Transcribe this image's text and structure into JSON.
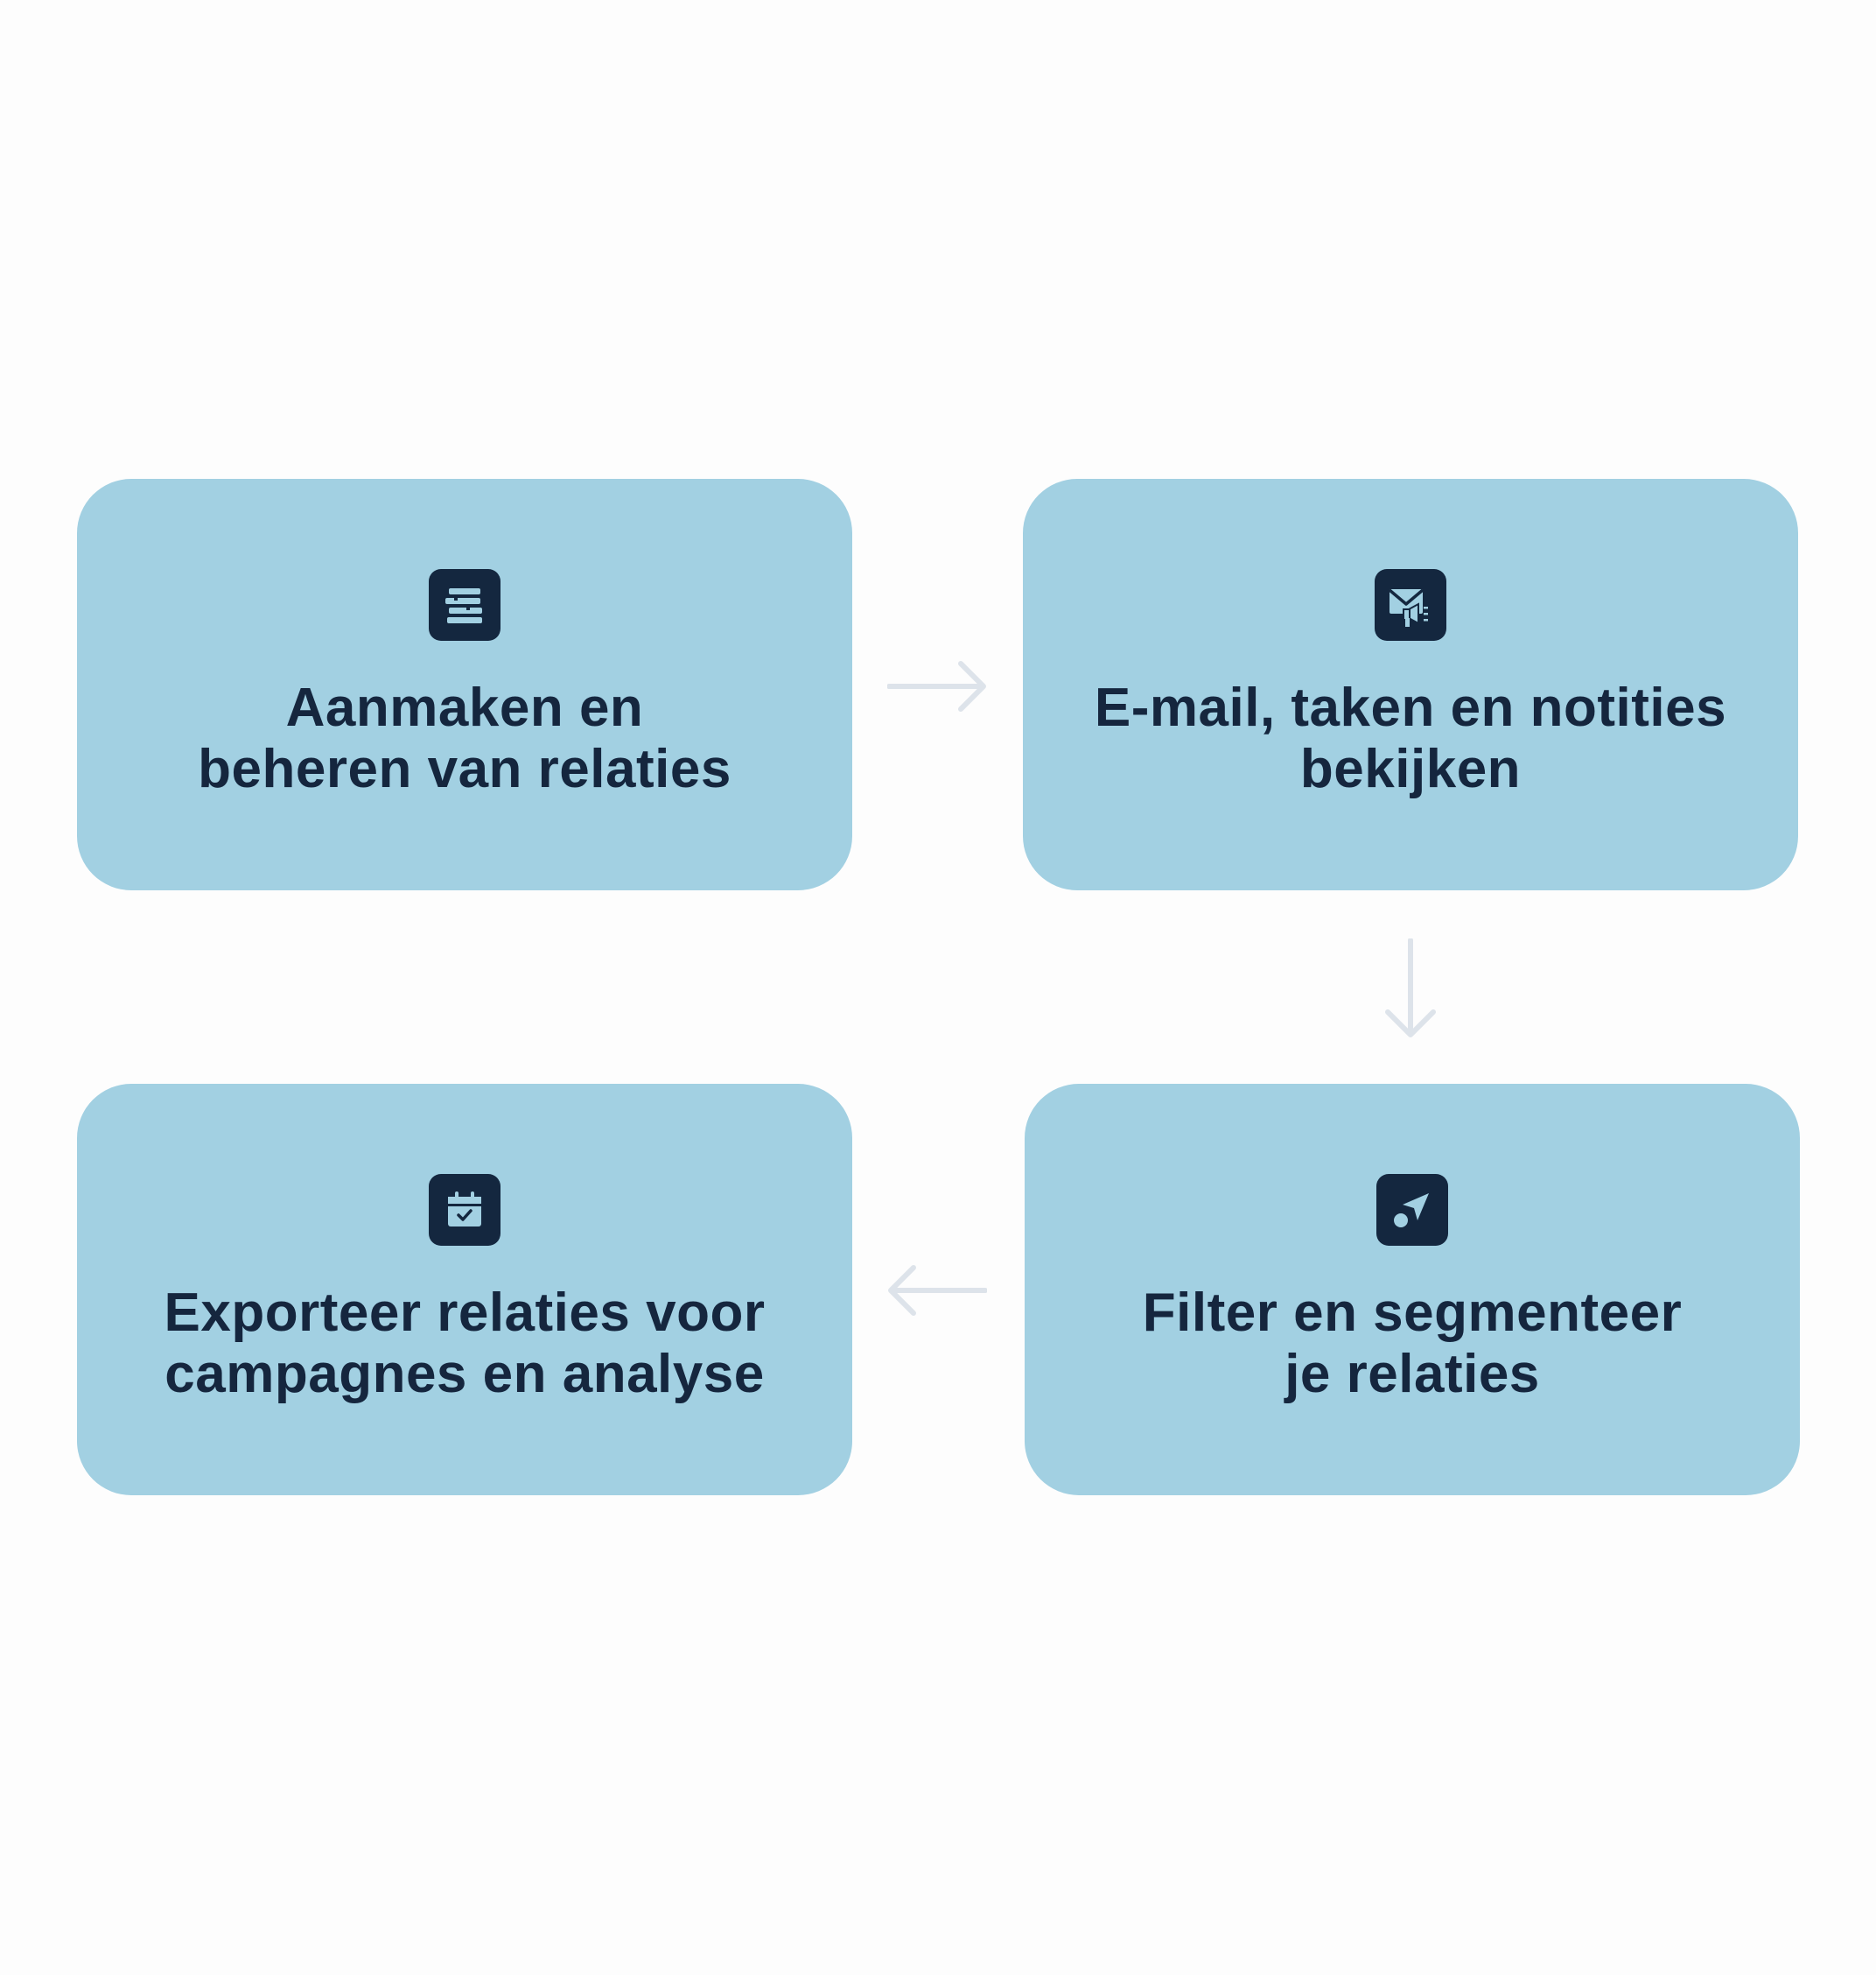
{
  "colors": {
    "background": "#fdfdfd",
    "card": "#a2d0e2",
    "text": "#15263e",
    "icon_tile": "#14273f",
    "arrow": "#dde3ea"
  },
  "steps": [
    {
      "label": "Aanmaken en\nbeheren van relaties",
      "icon": "list-stack-icon"
    },
    {
      "label": "E-mail, taken en notities\nbekijken",
      "icon": "mail-megaphone-icon"
    },
    {
      "label": "Filter en segmenteer\nje relaties",
      "icon": "send-arrow-icon"
    },
    {
      "label": "Exporteer relaties voor\ncampagnes en analyse",
      "icon": "calendar-check-icon"
    }
  ],
  "connectors": [
    {
      "from": 1,
      "to": 2,
      "direction": "right"
    },
    {
      "from": 2,
      "to": 3,
      "direction": "down"
    },
    {
      "from": 3,
      "to": 4,
      "direction": "left"
    }
  ]
}
